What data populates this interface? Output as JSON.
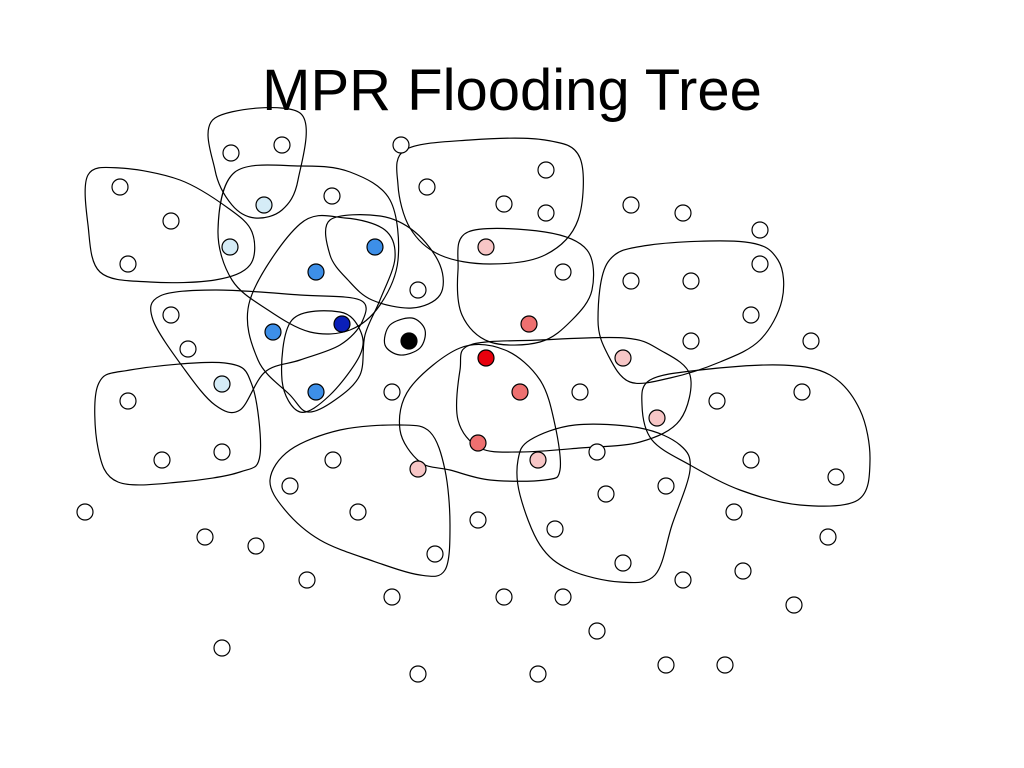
{
  "title": "MPR Flooding Tree",
  "colors": {
    "source": "#000000",
    "blue_mpr": "#0a1fb8",
    "blue_1": "#3d8fe8",
    "blue_2": "#d5ecf7",
    "red_mpr": "#e8000d",
    "red_1": "#ee7070",
    "red_2": "#f7c6c6",
    "plain": "#ffffff"
  },
  "node_roles": {
    "source": "source",
    "blue_mpr": "blue_mpr",
    "blue_1": "blue_1",
    "blue_2": "blue_2",
    "red_mpr": "red_mpr",
    "red_1": "red_1",
    "red_2": "red_2",
    "plain": "plain"
  }
}
